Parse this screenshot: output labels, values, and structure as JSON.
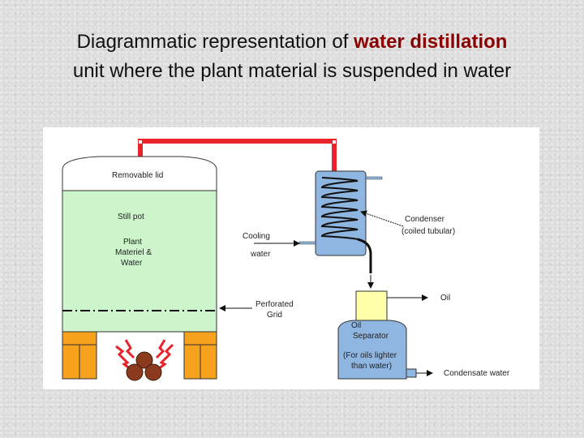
{
  "title": {
    "line1_prefix": "Diagrammatic representation of",
    "line1_highlight": "water distillation",
    "line2": "unit where the plant material is suspended in water"
  },
  "diagram": {
    "lid_label": "Removable lid",
    "still_pot_label": "Still pot",
    "plant_line1": "Plant",
    "plant_line2": "Materiel &",
    "plant_line3": "Water",
    "cooling_line1": "Cooling",
    "cooling_line2": "water",
    "condenser_line1": "Condenser",
    "condenser_line2": "(coiled tubular)",
    "grid_line1": "Perforated",
    "grid_line2": "Grid",
    "oil_label": "Oil",
    "separator_line1": "Oil",
    "separator_line2": "Separator",
    "separator_line3": "(For oils lighter",
    "separator_line4": "than water)",
    "condensate_label": "Condensate water"
  },
  "colors": {
    "title_highlight": "#8b0000",
    "pipe": "#e8232a",
    "still_water": "#ccf5cc",
    "support": "#f7a21c",
    "condenser": "#8fb6e0",
    "oil": "#ffffaa",
    "separator": "#8fb6e0"
  }
}
